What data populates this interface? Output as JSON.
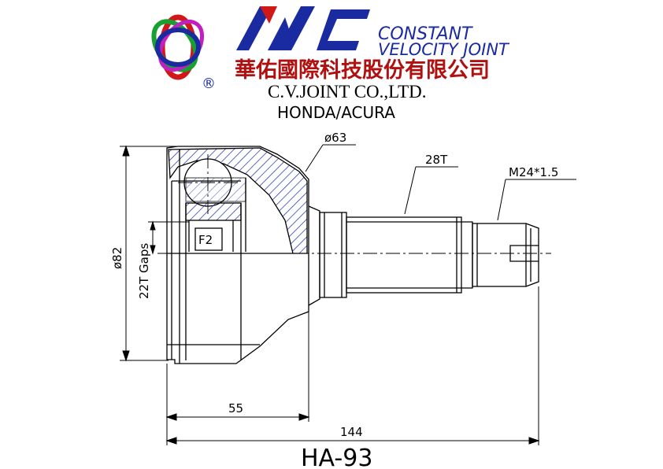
{
  "brand": {
    "logo_text": "YAC",
    "tagline_line1": "CONSTANT",
    "tagline_line2": "VELOCITY JOINT",
    "registered_mark": "®",
    "company_chinese": "華佑國際科技股份有限公司",
    "company_english": "C.V.JOINT CO.,LTD.",
    "application": "HONDA/ACURA",
    "colors": {
      "blue": "#1a2aa0",
      "red": "#d01818",
      "green": "#18a030",
      "magenta": "#c020c0"
    }
  },
  "drawing": {
    "outer_diameter_label": "ø82",
    "bell_diameter_label": "ø63",
    "spline_label": "28T",
    "thread_label": "M24*1.5",
    "gaps_label": "22T Gaps",
    "code_label": "F2",
    "length_bell_label": "55",
    "length_total_label": "144",
    "part_number": "HA-93",
    "line_color": "#000000",
    "hatch_color": "#1a2aa0"
  }
}
